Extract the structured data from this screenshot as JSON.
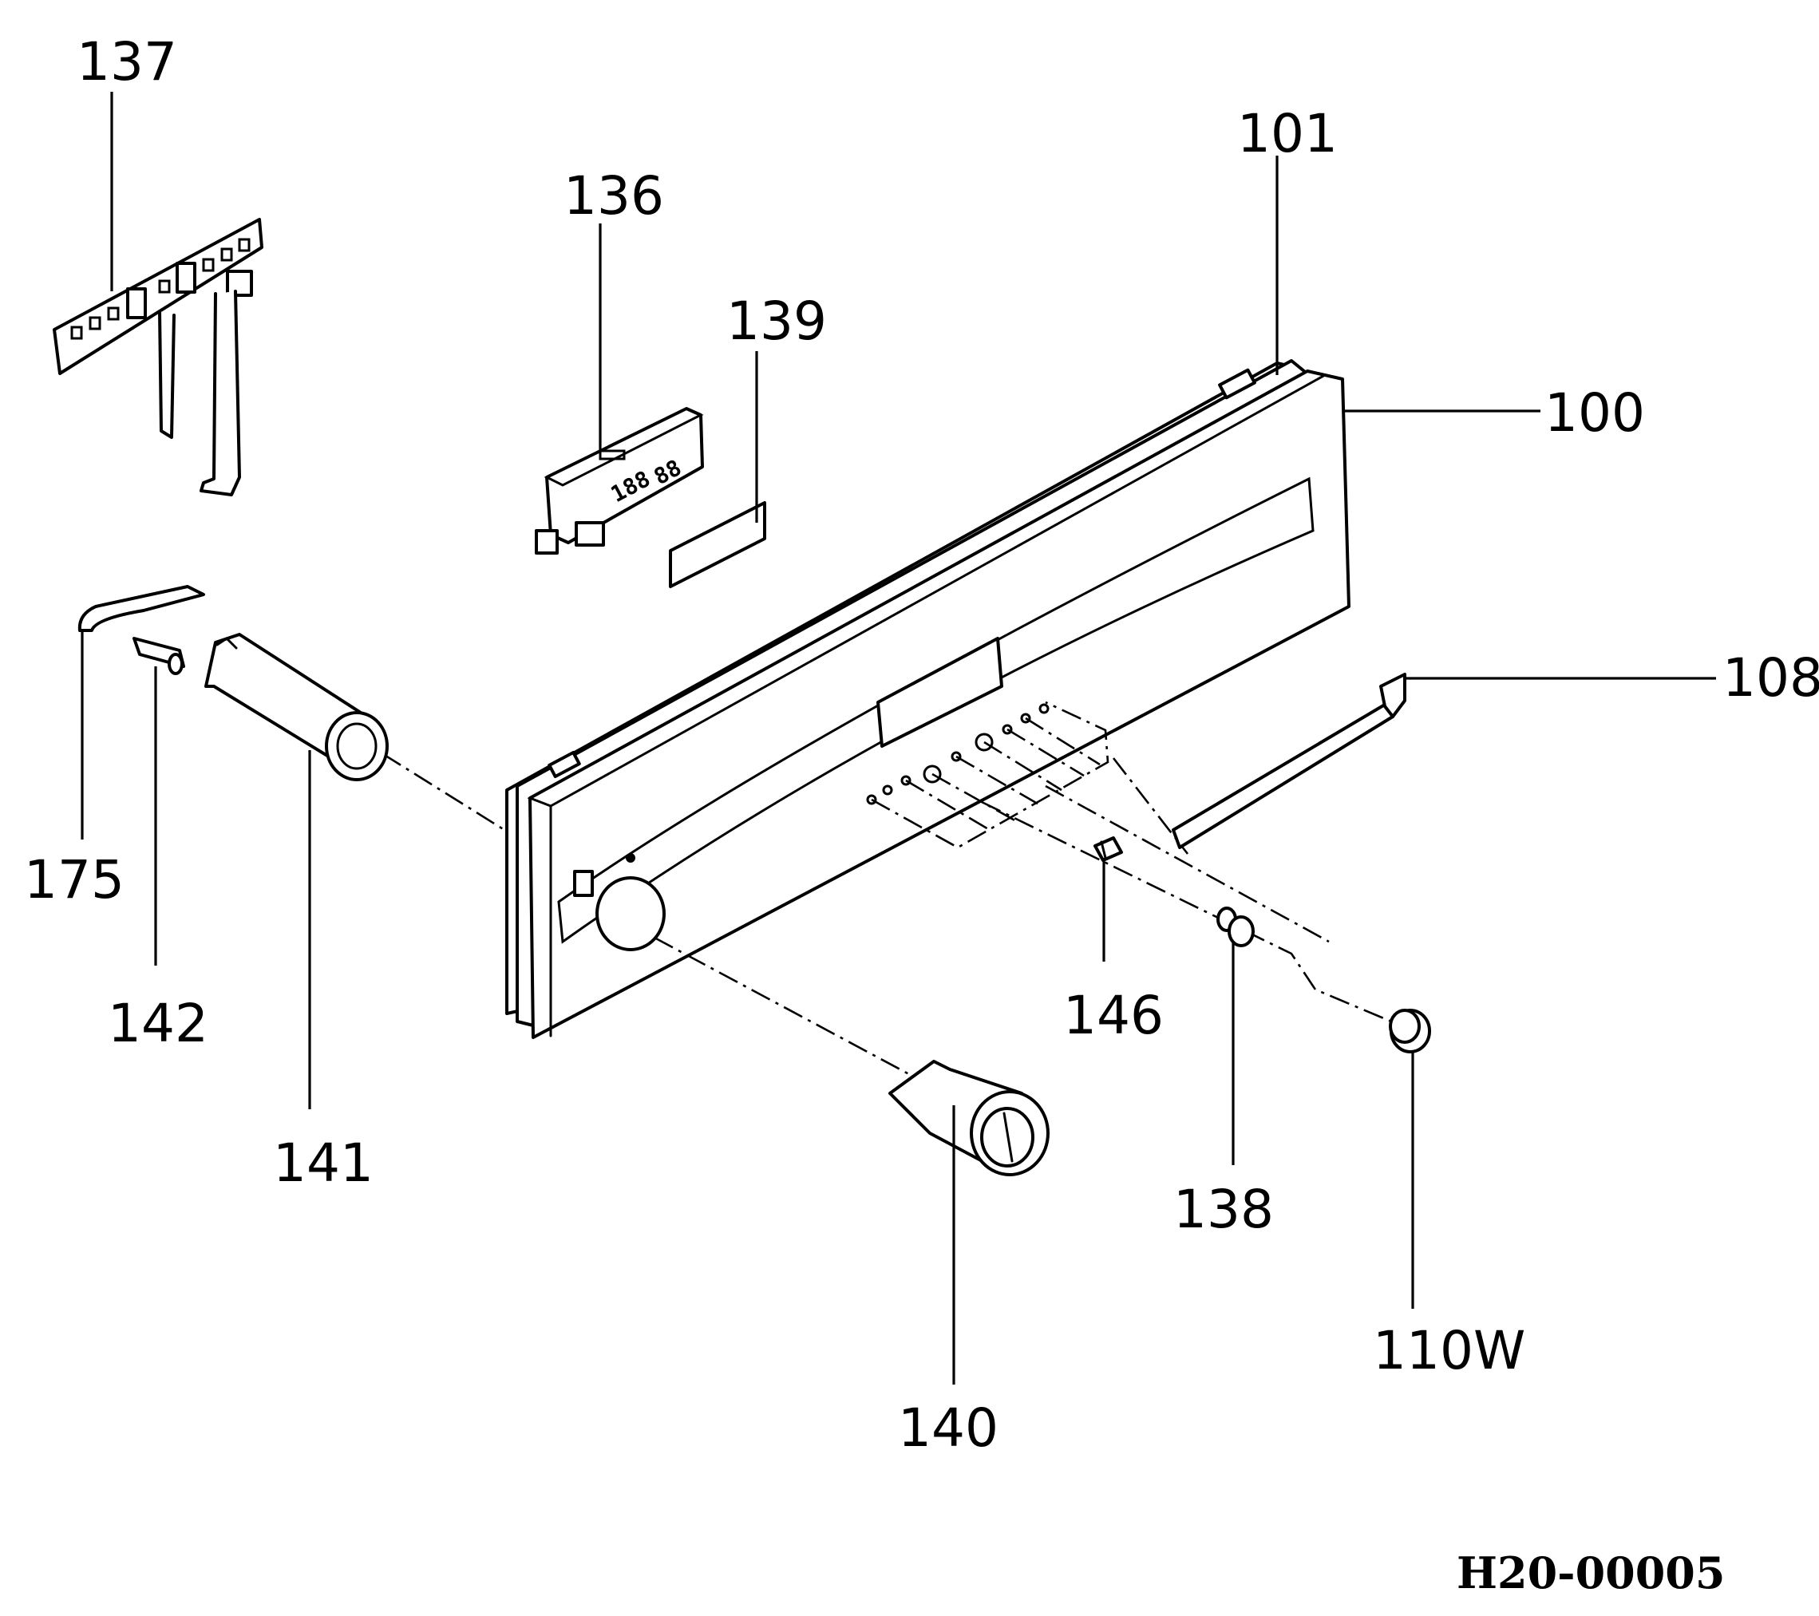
{
  "diagram": {
    "labels": {
      "p100": "100",
      "p101": "101",
      "p108": "108",
      "p110W": "110W",
      "p136": "136",
      "p137": "137",
      "p138": "138",
      "p139": "139",
      "p140": "140",
      "p141": "141",
      "p142": "142",
      "p146": "146",
      "p175": "175"
    },
    "display_readout": "188",
    "display_readout_2": "88",
    "drawing_code": "H20-00005"
  }
}
